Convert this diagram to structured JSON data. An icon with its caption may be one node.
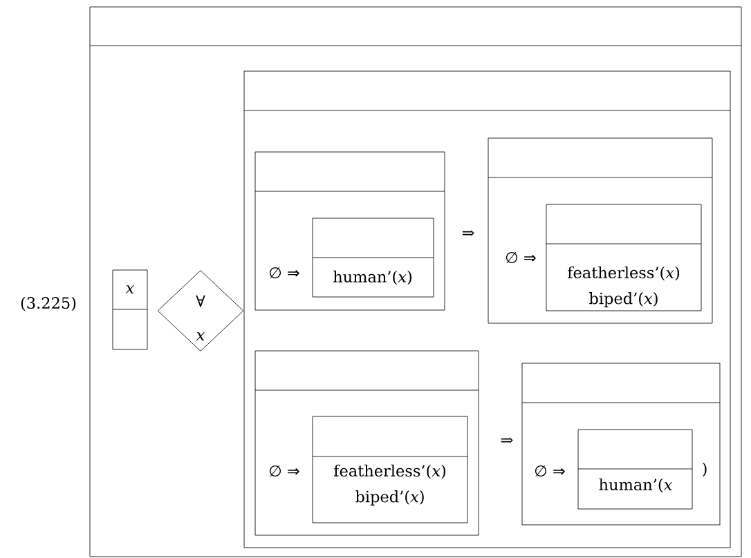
{
  "diagram": {
    "nodes": [
      {
        "text": [],
        "shape": "box"
      },
      {
        "text": [
          "x"
        ],
        "in": 0
      },
      {
        "text": [
          "∀",
          "x"
        ],
        "in": 0
      },
      {
        "text": [],
        "shape": "box",
        "in": 0
      },
      {
        "text": [
          "∅ ⇒"
        ],
        "in": 3
      },
      {
        "text": [
          "human’(*x*)"
        ],
        "in": 4
      },
      {
        "text": [
          "∅ ⇒"
        ],
        "in": 3
      },
      {
        "text": [
          "featherless’(*x*)",
          "biped’(*x*)"
        ],
        "in": 6
      },
      {
        "text": [
          "∅ ⇒"
        ],
        "in": 3
      },
      {
        "text": [
          "featherless’(*x*)",
          "biped’(*x*)"
        ],
        "in": 8
      },
      {
        "text": [
          "∅ ⇒",
          ")"
        ],
        "in": 3
      },
      {
        "text": [
          "human’(*x*"
        ],
        "in": 10
      }
    ],
    "labels": [
      "(3.225)",
      "⇒",
      "⇒"
    ]
  }
}
